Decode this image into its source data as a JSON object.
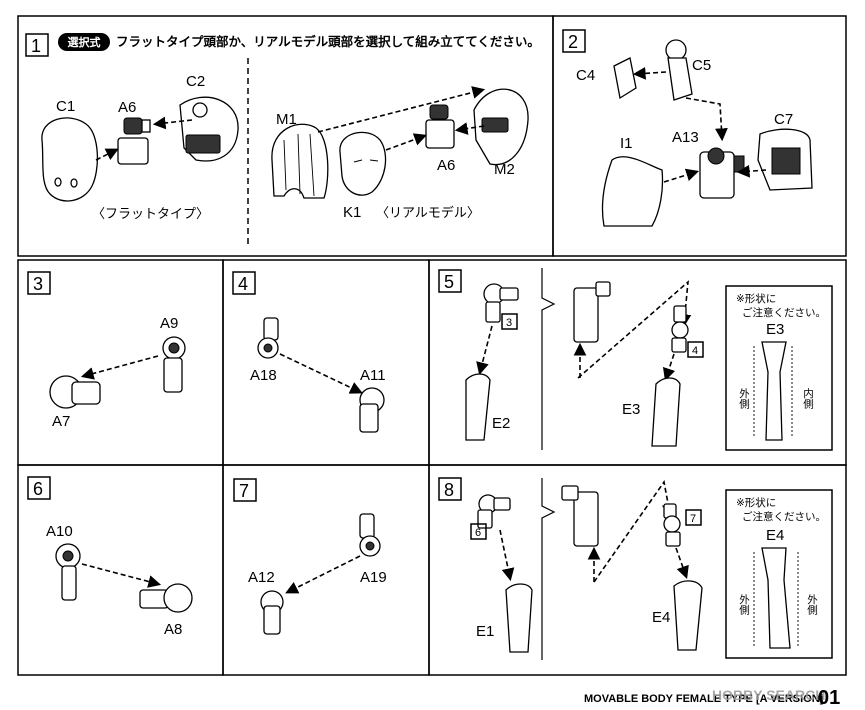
{
  "steps": [
    {
      "number": "1",
      "tag": "選択式",
      "instruction": "フラットタイプ頭部か、リアルモデル頭部を選択して組み立ててください。",
      "parts": [
        "C1",
        "A6",
        "C2",
        "M1",
        "K1",
        "A6",
        "M2"
      ],
      "captions": [
        "〈フラットタイプ〉",
        "〈リアルモデル〉"
      ]
    },
    {
      "number": "2",
      "parts": [
        "C4",
        "C5",
        "A13",
        "C7",
        "I1"
      ]
    },
    {
      "number": "3",
      "parts": [
        "A9",
        "A7"
      ]
    },
    {
      "number": "4",
      "parts": [
        "A18",
        "A11"
      ]
    },
    {
      "number": "5",
      "parts": [
        "E2",
        "E3"
      ],
      "refs": [
        "3",
        "4"
      ],
      "note": {
        "line1": "※形状に",
        "line2": "ご注意ください。",
        "part": "E3",
        "outer": "外側",
        "inner": "内側"
      }
    },
    {
      "number": "6",
      "parts": [
        "A10",
        "A8"
      ]
    },
    {
      "number": "7",
      "parts": [
        "A12",
        "A19"
      ]
    },
    {
      "number": "8",
      "parts": [
        "E1",
        "E4"
      ],
      "refs": [
        "6",
        "7"
      ],
      "note": {
        "line1": "※形状に",
        "line2": "ご注意ください。",
        "part": "E4",
        "outer": "外側",
        "inner": "外側"
      }
    }
  ],
  "footer": {
    "title": "MOVABLE BODY FEMALE TYPE [A VERSION]",
    "page": "01",
    "watermark": "HOBBY SEARCH"
  },
  "colors": {
    "ink": "#000000",
    "paper": "#ffffff",
    "watermark": "#9a9a9a"
  }
}
